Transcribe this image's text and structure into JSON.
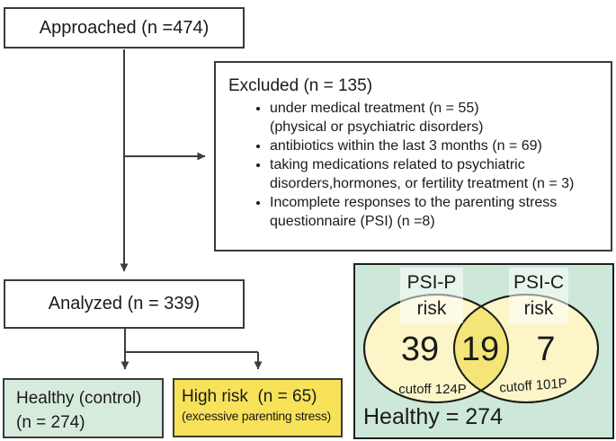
{
  "colors": {
    "box_green": "#d7ebdd",
    "box_yellow": "#f7e25a",
    "panel_green": "#cde8d8",
    "ellipse_fill": "#fbf5c8",
    "ellipse_overlap": "#f3e578",
    "line": "#3d3d3d"
  },
  "flow": {
    "approached_label": "Approached (n =474)",
    "analyzed_label": "Analyzed (n = 339)",
    "excluded": {
      "title": "Excluded (n = 135)",
      "bullets": [
        {
          "lines": [
            "under medical treatment (n = 55)",
            "(physical or psychiatric disorders)"
          ]
        },
        {
          "lines": [
            "antibiotics within the last 3 months (n = 69)"
          ]
        },
        {
          "lines": [
            "taking medications related to psychiatric",
            "disorders,hormones, or fertility treatment (n = 3)"
          ]
        },
        {
          "lines": [
            "Incomplete responses to the parenting stress",
            "questionnaire (PSI) (n =8)"
          ]
        }
      ]
    },
    "healthy": {
      "line1": "Healthy (control)",
      "line2": "(n = 274)"
    },
    "high_risk": {
      "line1": "High risk  (n = 65)",
      "line2": "(excessive parenting stress)"
    }
  },
  "venn": {
    "left_label": {
      "line1": "PSI-P",
      "line2": "risk"
    },
    "right_label": {
      "line1": "PSI-C",
      "line2": "risk"
    },
    "left_count": "39",
    "overlap_count": "19",
    "right_count": "7",
    "left_cutoff": "cutoff 124P",
    "right_cutoff": "cutoff 101P",
    "healthy_total": "Healthy = 274"
  }
}
